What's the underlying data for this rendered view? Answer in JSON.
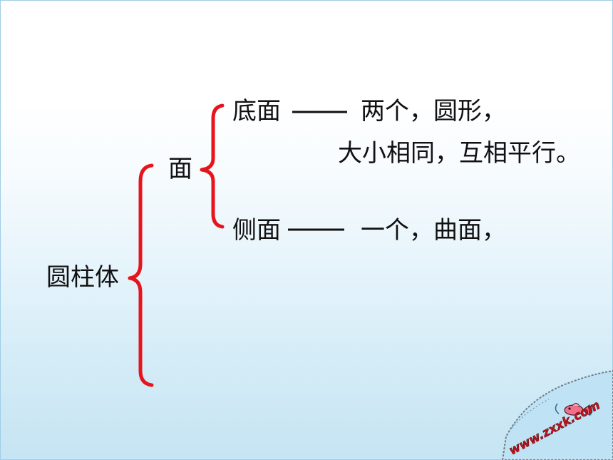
{
  "concept": "圆柱体",
  "branch": "面",
  "items": [
    {
      "name": "底面",
      "dash": "——",
      "lines": [
        "两个，圆形，",
        "大小相同，互相平行。"
      ]
    },
    {
      "name": "侧面",
      "dash": "——",
      "lines": [
        "一个，曲面，"
      ]
    }
  ],
  "colors": {
    "brace": "#e8141c",
    "text": "#111111",
    "water": "#bfe3f5",
    "watermark": "#c8141c"
  },
  "watermark_text": "www.zxxk.com"
}
